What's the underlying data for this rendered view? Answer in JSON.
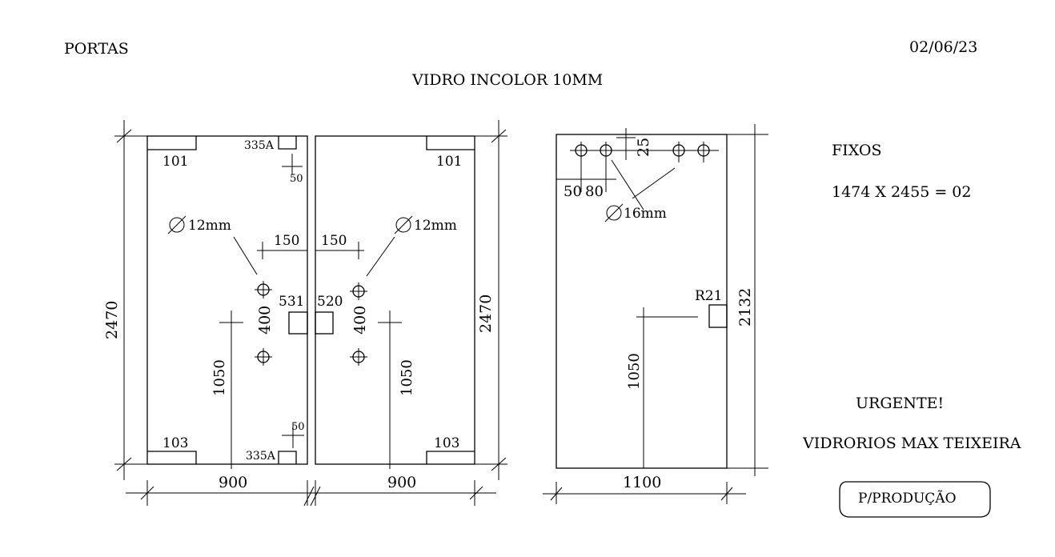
{
  "header": {
    "left": "PORTAS",
    "date": "02/06/23",
    "material": "VIDRO INCOLOR 10MM"
  },
  "left_door": {
    "notch_top": "101",
    "notch_bottom": "103",
    "hinge_top": "335A",
    "hinge_bottom": "335A",
    "hinge_top_offset": "50",
    "hinge_bottom_offset": "50",
    "hole_label": "∅12mm",
    "hole_offset": "150",
    "hole_spacing": "400",
    "lock_height": "531",
    "handle_height": "1050",
    "height": "2470",
    "width": "900"
  },
  "right_door": {
    "notch_top": "101",
    "notch_bottom": "103",
    "hole_label": "∅12mm",
    "hole_offset": "150",
    "hole_spacing": "400",
    "lock_height": "520",
    "handle_height": "1050",
    "height": "2470",
    "width": "900"
  },
  "fixed_panel": {
    "hole_top_offset": "25",
    "hole_x1": "50",
    "hole_x2": "80",
    "hole_label": "∅16mm",
    "radius": "R21",
    "lock_height": "1050",
    "height": "2132",
    "width": "1100"
  },
  "notes": {
    "fixos_title": "FIXOS",
    "fixos_spec": "1474 X 2455 = 02",
    "urgent": "URGENTE!",
    "company": "VIDRORIOS MAX TEIXEIRA",
    "stamp": "P/PRODUÇÃO"
  }
}
